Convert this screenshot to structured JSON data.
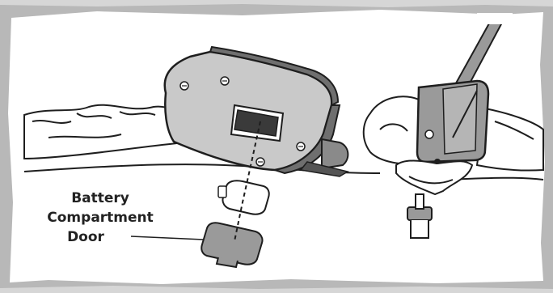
{
  "callout": {
    "lines": [
      "Battery",
      "Compartment",
      "Door"
    ]
  },
  "colors": {
    "frame_gray": "#b8b8b8",
    "line": "#1e1e1e",
    "device_fill": "#c9c9c9",
    "device_shadow": "#6f6f6f",
    "clip_fill": "#9a9a9a",
    "paper": "#ffffff"
  }
}
